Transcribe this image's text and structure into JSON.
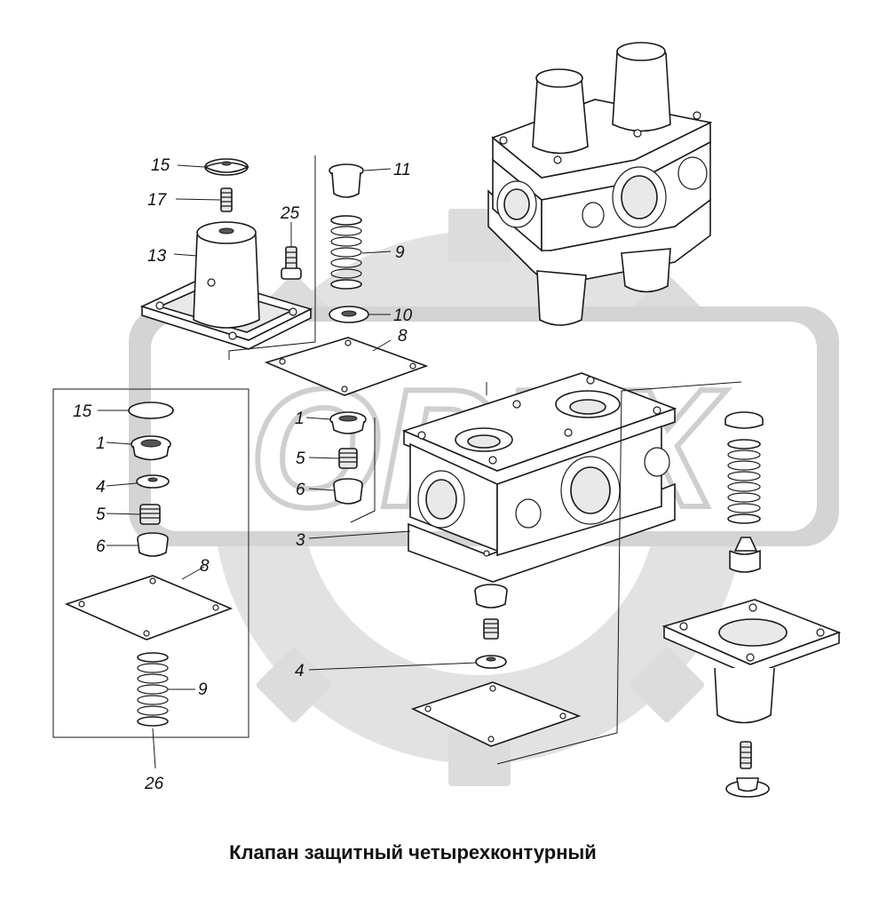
{
  "title": "Клапан защитный четырехконтурный",
  "watermark": {
    "text": "OPEX",
    "color": "#d9d9d9"
  },
  "labels": {
    "l15a": "15",
    "l17": "17",
    "l13": "13",
    "l25": "25",
    "l11": "11",
    "l9a": "9",
    "l10": "10",
    "l8a": "8",
    "l15b": "15",
    "l1a": "1",
    "l4a": "4",
    "l5a": "5",
    "l6a": "6",
    "l8b": "8",
    "l9b": "9",
    "l26": "26",
    "l1b": "1",
    "l5b": "5",
    "l6b": "6",
    "l3": "3",
    "l4b": "4"
  }
}
